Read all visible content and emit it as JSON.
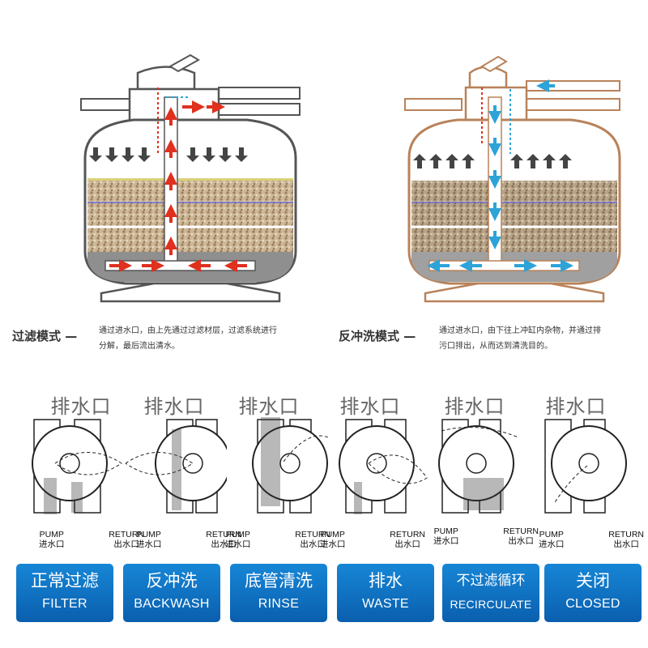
{
  "filter_mode": {
    "title": "过滤模式 —",
    "desc_line1": "通过进水口，由上先通过过滤材层，过滤系统进行",
    "desc_line2": "分解，最后流出清水。"
  },
  "backwash_mode": {
    "title": "反冲洗模式 —",
    "desc_line1": "通过进水口，由下往上冲缸内杂物，并通过排",
    "desc_line2": "污口排出，从而达到清洗目的。"
  },
  "valves": [
    {
      "drain": "排水口",
      "pump_en": "PUMP",
      "pump_cn": "进水口",
      "return_en": "RETURN",
      "return_cn": "出水口"
    },
    {
      "drain": "排水口",
      "pump_en": "PUMP",
      "pump_cn": "进水口",
      "return_en": "RETURN",
      "return_cn": "出水口"
    },
    {
      "drain": "排水口",
      "pump_en": "PUMP",
      "pump_cn": "进水口",
      "return_en": "RETURN",
      "return_cn": "出水口"
    },
    {
      "drain": "排水口",
      "pump_en": "PUMP",
      "pump_cn": "进水口",
      "return_en": "RETURN",
      "return_cn": "出水口"
    },
    {
      "drain": "排水口",
      "pump_en": "PUMP",
      "pump_cn": "进水口",
      "return_en": "RETURN",
      "return_cn": "出水口"
    },
    {
      "drain": "排水口",
      "pump_en": "PUMP",
      "pump_cn": "进水口",
      "return_en": "RETURN",
      "return_cn": "出水口"
    }
  ],
  "modes": [
    {
      "cn": "正常过滤",
      "en": "FILTER"
    },
    {
      "cn": "反冲洗",
      "en": "BACKWASH"
    },
    {
      "cn": "底管清洗",
      "en": "RINSE"
    },
    {
      "cn": "排水",
      "en": "WASTE"
    },
    {
      "cn": "不过滤循环",
      "en": "RECIRCULATE"
    },
    {
      "cn": "关闭",
      "en": "CLOSED"
    }
  ],
  "colors": {
    "button_blue": "#0e6fc2",
    "filter_arrow_red": "#e0301e",
    "backwash_arrow_blue": "#2da3d8",
    "tank_outline_dark": "#555555",
    "tank_outline_brown": "#b8825a",
    "media_sand": "#c9b28f"
  }
}
